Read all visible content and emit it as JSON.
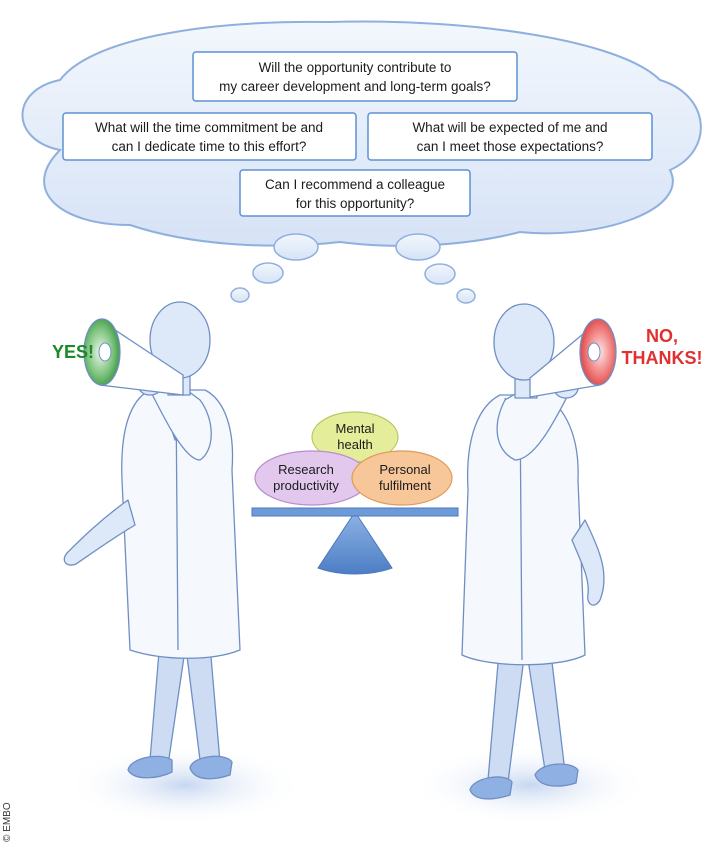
{
  "questions": {
    "q1": {
      "line1": "Will the opportunity contribute to",
      "line2": "my career development and long-term goals?"
    },
    "q2": {
      "line1": "What will the time commitment be and",
      "line2": "can I dedicate time to this effort?"
    },
    "q3": {
      "line1": "What will be expected of  me and",
      "line2": "can I meet those expectations?"
    },
    "q4": {
      "line1": "Can I recommend a colleague",
      "line2": "for this opportunity?"
    }
  },
  "balance": {
    "mental": {
      "line1": "Mental",
      "line2": "health"
    },
    "research": {
      "line1": "Research",
      "line2": "productivity"
    },
    "personal": {
      "line1": "Personal",
      "line2": "fulfilment"
    }
  },
  "left_figure": {
    "shout": "YES!"
  },
  "right_figure": {
    "shout_line1": "NO,",
    "shout_line2": "THANKS!"
  },
  "credit": "© EMBO",
  "colors": {
    "cloud_fill": "#dfeaf8",
    "cloud_stroke": "#8fb0de",
    "box_stroke": "#5d92d2",
    "figure_fill": "#dde8f8",
    "figure_stroke": "#6f8fc4",
    "yes_green": "#1d8a2a",
    "no_red": "#e03030",
    "mental_fill": "#e3ed9a",
    "research_fill": "#e3c8ee",
    "personal_fill": "#f7c79a",
    "scale_blue": "#5b8dd0"
  }
}
